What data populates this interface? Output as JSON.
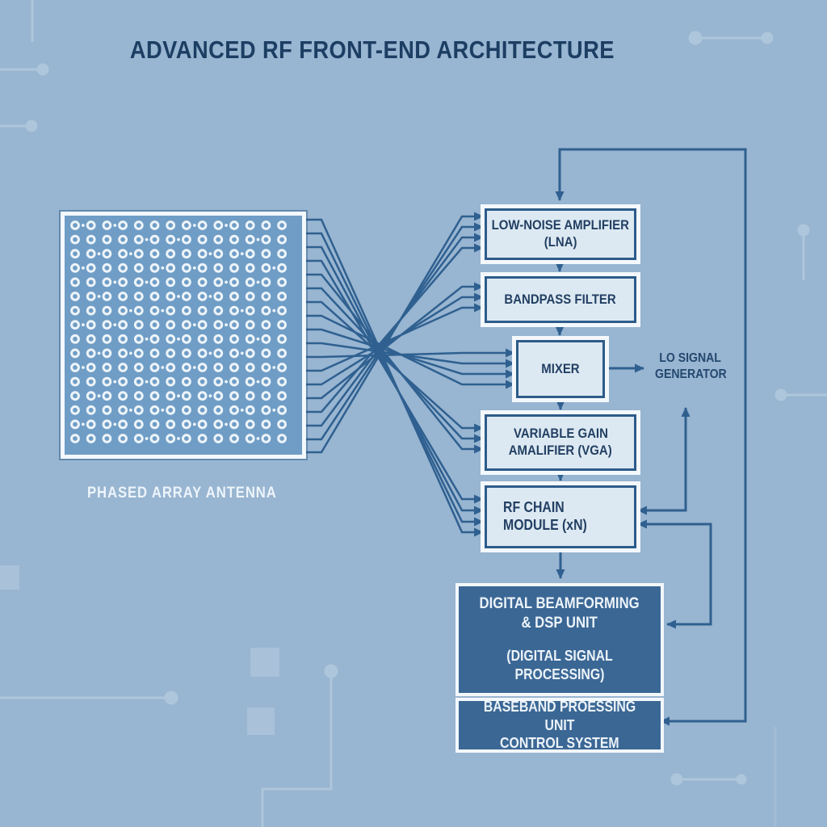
{
  "title": "ADVANCED RF FRONT-END ARCHITECTURE",
  "antenna": {
    "label": "PHASED ARRAY ANTENNA"
  },
  "blocks": {
    "lna": {
      "line1": "LOW-NOISE AMPLIFIER",
      "line2": "(LNA)"
    },
    "bpf": {
      "line1": "BANDPASS FILTER"
    },
    "mixer": {
      "line1": "MIXER"
    },
    "vga": {
      "line1": "VARIABLE GAIN",
      "line2": "AMALIFIER (VGA)"
    },
    "rfchain": {
      "line1": "RF CHAIN",
      "line2": "MODULE (xN)"
    },
    "dsp": {
      "line1": "DIGITAL BEAMFORMING",
      "line2": "& DSP UNIT",
      "line3": "(DIGITAL SIGNAL PROCESSING)"
    },
    "baseband": {
      "line1": "BASEBAND PROESSING UNIT",
      "line2": "CONTROL SYSTEM"
    }
  },
  "labels": {
    "lo_generator": {
      "line1": "LO SIGNAL",
      "line2": "GENERATOR"
    }
  },
  "colors": {
    "background": "#98b5d1",
    "panel_fill": "#6f9dc6",
    "block_fill": "#dde9f2",
    "block_border": "#2d5b8a",
    "block_halo": "#f3f8fc",
    "dark_block_fill": "#3b6795",
    "connector": "#2f6090",
    "title_text": "#1c3e63",
    "decor": "#b2c9dd"
  }
}
